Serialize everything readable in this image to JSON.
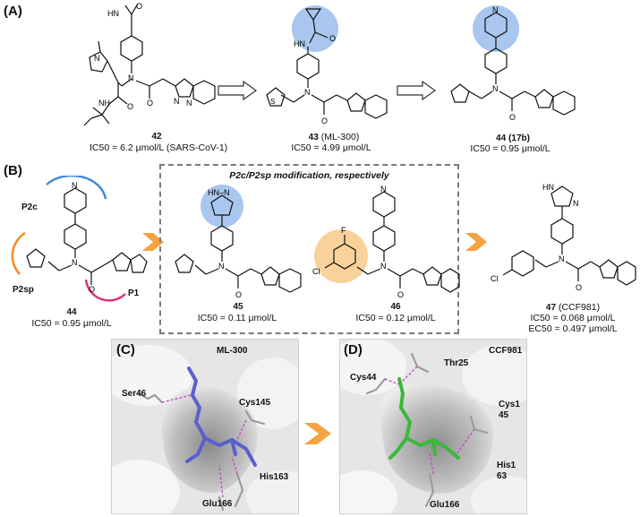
{
  "panels": {
    "a": "(A)",
    "b": "(B)",
    "c": "(C)",
    "d": "(D)"
  },
  "compounds": {
    "c42": {
      "name": "42",
      "ic50": "IC50 = 6.2 μmol/L (SARS-CoV-1)"
    },
    "c43": {
      "name": "43",
      "alias": "(ML-300)",
      "ic50": "IC50 = 4.99 μmol/L"
    },
    "c44a": {
      "name": "44",
      "alias": "(17b)",
      "ic50": "IC50 = 0.95 μmol/L"
    },
    "c44b": {
      "name": "44",
      "ic50": "IC50 = 0.95 μmol/L"
    },
    "c45": {
      "name": "45",
      "ic50": "IC50 = 0.11 μmol/L"
    },
    "c46": {
      "name": "46",
      "ic50": "IC50 = 0.12 μmol/L"
    },
    "c47": {
      "name": "47",
      "alias": "(CCF981)",
      "ic50": "IC50 = 0.068 μmol/L",
      "ec50": "EC50 = 0.497 μmol/L"
    }
  },
  "subsites": {
    "p2c": "P2c",
    "p2sp": "P2sp",
    "p1": "P1"
  },
  "box_title": "P2c/P2sp modification, respectively",
  "atoms": {
    "n": "N",
    "nh": "NH",
    "hn": "HN",
    "o": "O",
    "f": "F",
    "cl": "Cl",
    "hn_pyrazole": "HN–N",
    "n_imid": "N"
  },
  "panel_c": {
    "title": "ML-300",
    "residues": [
      "Ser46",
      "Cys145",
      "His163",
      "Glu166"
    ]
  },
  "panel_d": {
    "title": "CCF981",
    "residues": [
      "Cys44",
      "Thr25",
      "Cys1",
      "45",
      "His1",
      "63",
      "Glu166"
    ]
  },
  "colors": {
    "blue_highlight": "#a9c6ee",
    "orange_highlight": "#f8d29a",
    "arrow_orange": "#f4a340",
    "arc_blue": "#3f8ad8",
    "arc_orange": "#f08a24",
    "arc_pink": "#e0327a",
    "ligand_c": "#5a5fcf",
    "ligand_d": "#3ab83a",
    "hbond": "#c040c0"
  }
}
